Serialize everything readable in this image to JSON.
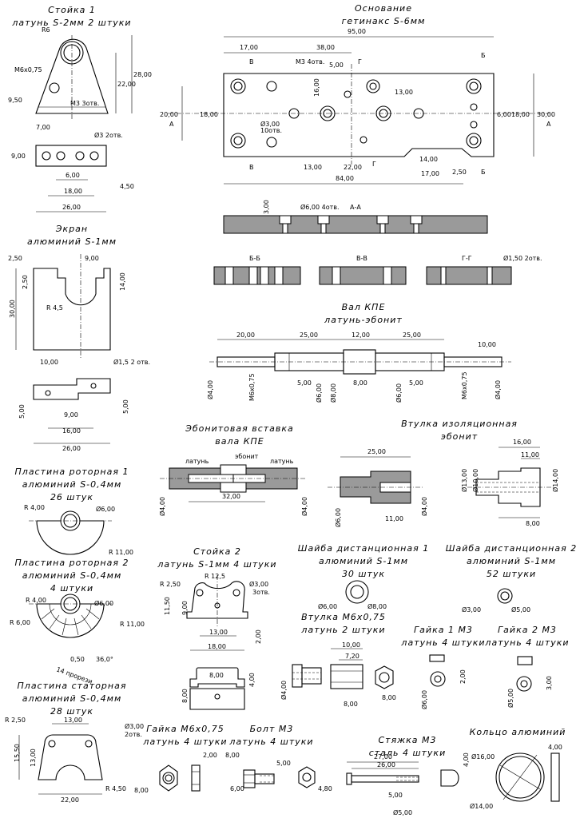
{
  "parts": {
    "stoyka1": {
      "title": "Стойка 1",
      "sub": "латунь S-2мм 2 штуки",
      "dims": [
        "R6",
        "М6х0,75",
        "9,50",
        "М3 3отв.",
        "22,00",
        "28,00",
        "7,00",
        "Ø3 2отв.",
        "9,00",
        "6,00",
        "18,00",
        "4,50",
        "26,00"
      ]
    },
    "osnovanie": {
      "title": "Основание",
      "sub": "гетинакс S-6мм",
      "dims": [
        "95,00",
        "17,00",
        "38,00",
        "М3 4отв.",
        "5,00",
        "16,00",
        "13,00",
        "20,00",
        "18,00",
        "Ø3,00",
        "10отв.",
        "6,00",
        "18,00",
        "30,00",
        "13,00",
        "22,00",
        "14,00",
        "17,00",
        "2,50",
        "84,00"
      ],
      "letters": [
        "В",
        "Г",
        "Б",
        "А",
        "А",
        "В",
        "Г",
        "Б"
      ]
    },
    "sectionAA": {
      "label": "А-А",
      "dims": [
        "3,00",
        "Ø6,00 4отв."
      ]
    },
    "sectionBB": {
      "label": "Б-Б"
    },
    "sectionVV": {
      "label": "В-В"
    },
    "sectionGG": {
      "label": "Г-Г",
      "dims": [
        "Ø1,50 2отв."
      ]
    },
    "ekran": {
      "title": "Экран",
      "sub": "алюминий S-1мм",
      "dims": [
        "2,50",
        "9,00",
        "2,50",
        "30,00",
        "R 4,5",
        "14,00",
        "10,00",
        "Ø1,5 2 отв.",
        "5,00",
        "9,00",
        "5,00",
        "16,00",
        "26,00"
      ]
    },
    "val": {
      "title": "Вал КПЕ",
      "sub": "латунь-эбонит",
      "dims": [
        "20,00",
        "25,00",
        "12,00",
        "25,00",
        "10,00",
        "Ø4,00",
        "М6х0,75",
        "5,00",
        "Ø6,00",
        "Ø8,00",
        "8,00",
        "Ø6,00",
        "5,00",
        "М6х0,75",
        "Ø4,00"
      ]
    },
    "vstavka": {
      "title": "Эбонитовая вставка",
      "sub": "вала КПЕ",
      "dims": [
        "латунь",
        "эбонит",
        "латунь",
        "Ø4,00",
        "32,00",
        "Ø4,00"
      ]
    },
    "vtulkaIz": {
      "title": "Втулка изоляционная",
      "sub": "эбонит",
      "dims": [
        "25,00",
        "Ø6,00",
        "11,00",
        "Ø4,00",
        "16,00",
        "11,00",
        "Ø13,00",
        "Ø10,00",
        "Ø14,00",
        "8,00"
      ]
    },
    "plastinaR1": {
      "title": "Пластина роторная 1",
      "sub": "алюминий S-0,4мм",
      "qty": "26 штук",
      "dims": [
        "R 4,00",
        "Ø6,00",
        "R 11,00"
      ]
    },
    "plastinaR2": {
      "title": "Пластина роторная 2",
      "sub": "алюминий S-0,4мм",
      "qty": "4 штуки",
      "dims": [
        "R 4,00",
        "Ø6,00",
        "R 6,00",
        "R 11,00",
        "0,50",
        "14 прорези",
        "36,0°"
      ]
    },
    "stoyka2": {
      "title": "Стойка 2",
      "sub": "латунь S-1мм 4 штуки",
      "dims": [
        "R 2,50",
        "R 12,5",
        "Ø3,00",
        "3отв.",
        "11,50",
        "9,00",
        "13,00",
        "18,00",
        "2,00",
        "8,00",
        "8,00",
        "4,00"
      ]
    },
    "shayba1": {
      "title": "Шайба дистанционная 1",
      "sub": "алюминий S-1мм",
      "qty": "30 штук",
      "dims": [
        "Ø6,00",
        "Ø8,00"
      ]
    },
    "shayba2": {
      "title": "Шайба дистанционная 2",
      "sub": "алюминий S-1мм",
      "qty": "52 штуки",
      "dims": [
        "Ø3,00",
        "Ø5,00"
      ]
    },
    "vtulkaM6": {
      "title": "Втулка М6х0,75",
      "sub": "латунь 2 штуки",
      "dims": [
        "10,00",
        "7,20",
        "Ø4,00",
        "8,00",
        "8,00"
      ]
    },
    "gayka1": {
      "title": "Гайка 1 М3",
      "sub": "латунь 4 штуки",
      "dims": [
        "2,00",
        "Ø6,00"
      ]
    },
    "gayka2": {
      "title": "Гайка 2 М3",
      "sub": "латунь 4 штуки",
      "dims": [
        "3,00",
        "Ø5,00"
      ]
    },
    "plastinaS": {
      "title": "Пластина статорная",
      "sub": "алюминий S-0,4мм",
      "qty": "28 штук",
      "dims": [
        "R 2,50",
        "13,00",
        "Ø3,00",
        "2отв.",
        "15,50",
        "13,00",
        "R 4,50",
        "22,00"
      ]
    },
    "gaykaM6": {
      "title": "Гайка М6х0,75",
      "sub": "латунь 4 штуки",
      "dims": [
        "2,00",
        "8,00"
      ]
    },
    "bolt": {
      "title": "Болт М3",
      "sub": "латунь 4 штуки",
      "dims": [
        "8,00",
        "5,00",
        "6,00",
        "4,80"
      ]
    },
    "styazhka": {
      "title": "Стяжка М3",
      "sub": "сталь 4 штуки",
      "dims": [
        "27,00",
        "26,00",
        "4,00",
        "5,00",
        "Ø5,00"
      ]
    },
    "kolco": {
      "title": "Кольцо алюминий",
      "sub": "",
      "dims": [
        "4,00",
        "Ø16,00",
        "Ø14,00"
      ]
    }
  }
}
